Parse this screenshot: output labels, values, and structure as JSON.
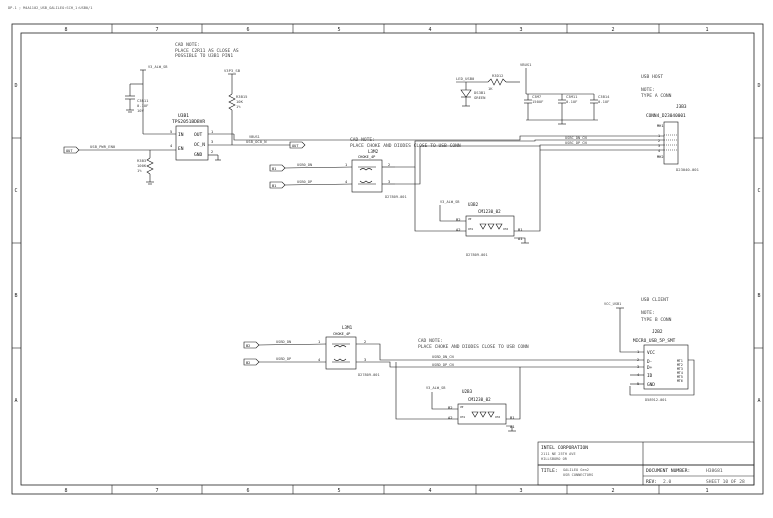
{
  "header": {
    "path": "DP-1 ; M4A1102_USB_GALILEO:SCH_1:USB0/1"
  },
  "border": {
    "columns": [
      "8",
      "7",
      "6",
      "5",
      "4",
      "3",
      "2",
      "1"
    ],
    "rows": [
      "D",
      "C",
      "B",
      "A"
    ]
  },
  "notes": {
    "cad1": {
      "title": "CAD NOTE:",
      "l1": "PLACE C2R11 AS CLOSE AS",
      "l2": "POSSIBLE TO U3B1 PIN1"
    },
    "cad2": {
      "title": "CAD NOTE:",
      "l1": "PLACE CHOKE AND DIODES CLOSE TO USB CONN"
    },
    "cad3": {
      "title": "CAD NOTE:",
      "l1": "PLACE CHOKE AND DIODES CLOSE TO USB CONN"
    }
  },
  "usb_host": {
    "title": "USB HOST",
    "note": "NOTE:",
    "type": "TYPE A CONN"
  },
  "usb_client": {
    "title": "USB CLIENT",
    "note": "NOTE:",
    "type": "TYPE B CONN"
  },
  "parts": {
    "u3b1": {
      "ref": "U3B1",
      "part": "TPS2051BDBVR",
      "pin_in": "IN",
      "pin_out": "OUT",
      "pin_oc": "OC_N",
      "pin_en": "EN",
      "pin_gnd": "GND",
      "n5": "5",
      "n1": "1",
      "n4": "4",
      "n3": "3",
      "n2": "2"
    },
    "c3r11": {
      "ref": "C3R11",
      "v1": "0.1UF",
      "v2": "10V"
    },
    "r3b15": {
      "ref": "R3B15",
      "v1": "10K",
      "v2": "1%"
    },
    "r3b3": {
      "ref": "R3B3",
      "v1": "100K",
      "v2": "1%"
    },
    "r3d12": {
      "ref": "R3D12",
      "v1": "1K",
      "v2": "1%"
    },
    "ds3b1": {
      "ref": "DS3B1",
      "v1": "GREEN"
    },
    "c3m7": {
      "ref": "C3M7",
      "v1": "150UF"
    },
    "c3m11": {
      "ref": "C3M11",
      "v1": "0.1UF"
    },
    "c3b14": {
      "ref": "C3B14",
      "v1": "0.1UF"
    },
    "j3b3": {
      "ref": "J3B3",
      "part": "CONN4_D23040001",
      "code": "D23040-001",
      "mh1": "MH1",
      "mh2": "MH2",
      "p1": "1",
      "p2": "2",
      "p3": "3",
      "p4": "4"
    },
    "l3m2": {
      "ref": "L3M2",
      "part": "CHOKE_4P",
      "p1": "1",
      "p2": "2",
      "p3": "3",
      "p4": "4",
      "code": "D27809-001"
    },
    "u3b2": {
      "ref": "U3B2",
      "part": "CM1230_02",
      "vp": "VP",
      "b2": "B2",
      "a2": "A2",
      "b1": "B1",
      "a1": "A1",
      "ch1": "CH1",
      "ch2": "CH2",
      "code": "D27809-001"
    },
    "l3m1": {
      "ref": "L3M1",
      "part": "CHOKE_4P",
      "p1": "1",
      "p2": "2",
      "p3": "3",
      "p4": "4",
      "code": "D27809-001"
    },
    "u2b3": {
      "ref": "U2B3",
      "part": "CM1230_02",
      "vp": "VP",
      "b2": "B2",
      "a2": "A2",
      "b1": "B1",
      "a1": "A1",
      "ch1": "CH1",
      "ch2": "CH2"
    },
    "j2b2": {
      "ref": "J2B2",
      "part": "MICRO_USB_5P_SMT",
      "vcc": "VCC",
      "dm": "D-",
      "dp": "D+",
      "id": "ID",
      "gnd": "GND",
      "p1": "1",
      "p2": "2",
      "p3": "3",
      "p4": "4",
      "p5": "5",
      "mt": [
        "MT1",
        "MT2",
        "MT3",
        "MT4",
        "MT5",
        "MT6"
      ],
      "code": "D58912-001"
    }
  },
  "nets": {
    "v3p3": "V3_ALW_SB",
    "v3p3b": "V3P3_SB",
    "vbus": "VBUS1",
    "usb_pwr_en": "USB_PWR_EN0",
    "usb_oc": "USB_OC0_N",
    "usb0_dn": "USB0_DN",
    "usb0_dp": "USB0_DP",
    "usbc_dn": "USBC_DN_CN",
    "usbc_dp": "USBC_DP_CN",
    "usbd_dn": "USBD_DN",
    "usbd_dp": "USBD_DP",
    "usbd_dn_cn": "USBD_DN_CN",
    "usbd_dp_cn": "USBD_DP_CN",
    "led_usb": "LED_USB0",
    "vcc_usb": "VCC_USB1",
    "off1": "B1",
    "off2": "B2",
    "flag_out": "OUT"
  },
  "title_block": {
    "company": "INTEL CORPORATION",
    "addr1": "2111 NE 25TH AVE",
    "addr2": "HILLSBORO OR",
    "title_label": "TITLE:",
    "title1": "GALILEO Gen2",
    "title2": "USB CONNECTORS",
    "docnum_label": "DOCUMENT NUMBER:",
    "docnum": "H38681",
    "rev_label": "REV:",
    "rev": "2.0",
    "sheet": "SHEET 10 OF 28"
  }
}
